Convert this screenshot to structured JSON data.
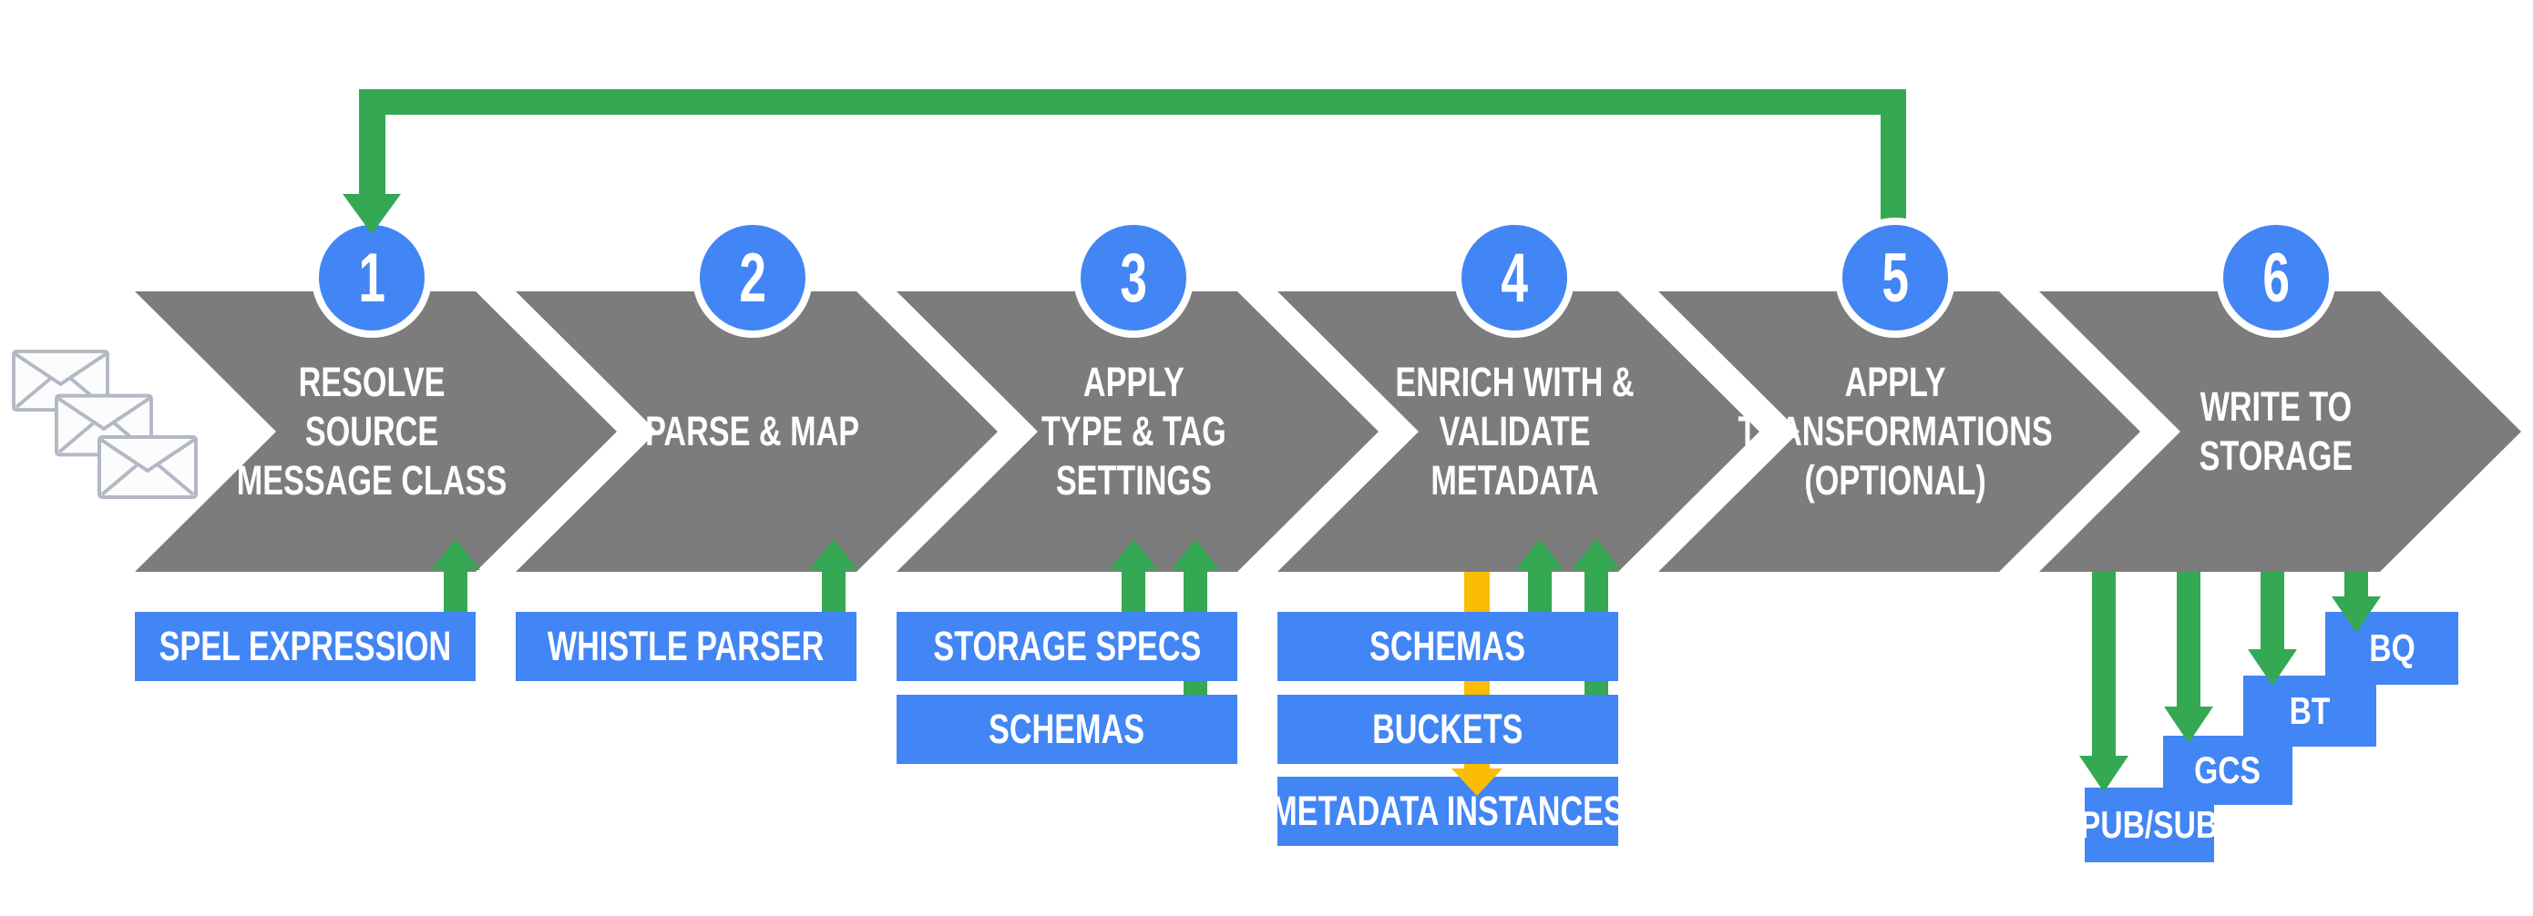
{
  "colors": {
    "step_blue": "#4285F4",
    "arrow_green": "#34A853",
    "arrow_yellow": "#FBBC04",
    "chevron_gray": "#7C7C7C",
    "text_white": "#FFFFFF",
    "envelope_outline": "#B2B9C4"
  },
  "steps": [
    {
      "number": "1",
      "title": [
        "RESOLVE",
        "SOURCE",
        "MESSAGE CLASS"
      ],
      "attachments": [
        "SPEL EXPRESSION"
      ]
    },
    {
      "number": "2",
      "title": [
        "PARSE & MAP"
      ],
      "attachments": [
        "WHISTLE PARSER"
      ]
    },
    {
      "number": "3",
      "title": [
        "APPLY",
        "TYPE & TAG",
        "SETTINGS"
      ],
      "attachments": [
        "STORAGE SPECS",
        "SCHEMAS"
      ]
    },
    {
      "number": "4",
      "title": [
        "ENRICH WITH &",
        "VALIDATE",
        "METADATA"
      ],
      "attachments": [
        "SCHEMAS",
        "BUCKETS",
        "METADATA INSTANCES"
      ]
    },
    {
      "number": "5",
      "title": [
        "APPLY",
        "TRANSFORMATIONS",
        "(OPTIONAL)"
      ],
      "attachments": []
    },
    {
      "number": "6",
      "title": [
        "WRITE TO",
        "STORAGE"
      ],
      "attachments": [],
      "outputs": [
        "PUB/SUB",
        "GCS",
        "BT",
        "BQ"
      ]
    }
  ],
  "loop_arrow": {
    "from_step": "5",
    "to_step": "1"
  }
}
